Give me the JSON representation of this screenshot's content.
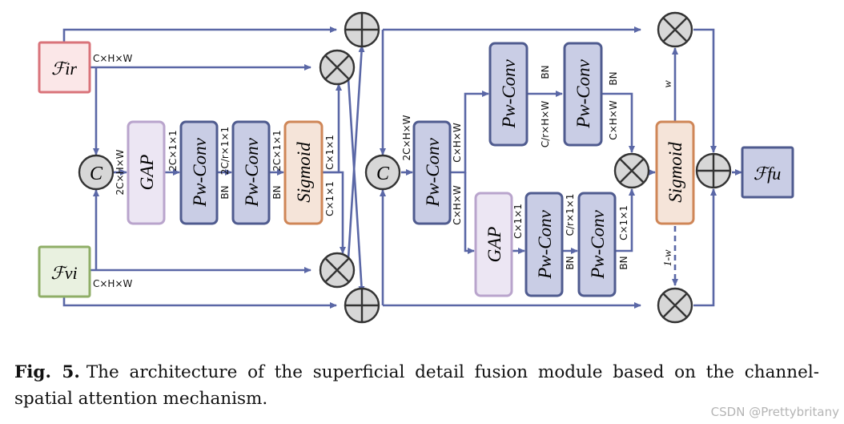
{
  "inputs": {
    "ir": "ℱir",
    "vi": "ℱvi",
    "fu": "ℱfu"
  },
  "ops": {
    "concat": "C",
    "gap": "GAP",
    "pwconv": "Pw-Conv",
    "sigmoid": "Sigmoid"
  },
  "dims": {
    "chw": "C×H×W",
    "two_chw": "2C×H×W",
    "two_c11": "2C×1×1",
    "two_cr11": "2C/r×1×1",
    "c11": "C×1×1",
    "cr11": "C/r×1×1",
    "crhw": "C/r×H×W",
    "bn": "BN",
    "w": "w",
    "one_minus_w": "1-w"
  },
  "caption": {
    "label": "Fig. 5.",
    "text": "The architecture of the superficial detail fusion module based on the channel-spatial attention mechanism."
  },
  "watermark": "CSDN @Prettybritany",
  "colors": {
    "line": "#5a67a6",
    "ir_border": "#d9737a",
    "ir_fill": "#fbe7e8",
    "vi_border": "#8fae67",
    "vi_fill": "#e9f1e0",
    "gap_border": "#b9a4cc",
    "gap_fill": "#ece6f3",
    "conv_border": "#4f5b8f",
    "conv_fill": "#c9cde5",
    "sig_border": "#cf8657",
    "sig_fill": "#f5e4d9",
    "op_fill": "#d7d7d7"
  }
}
